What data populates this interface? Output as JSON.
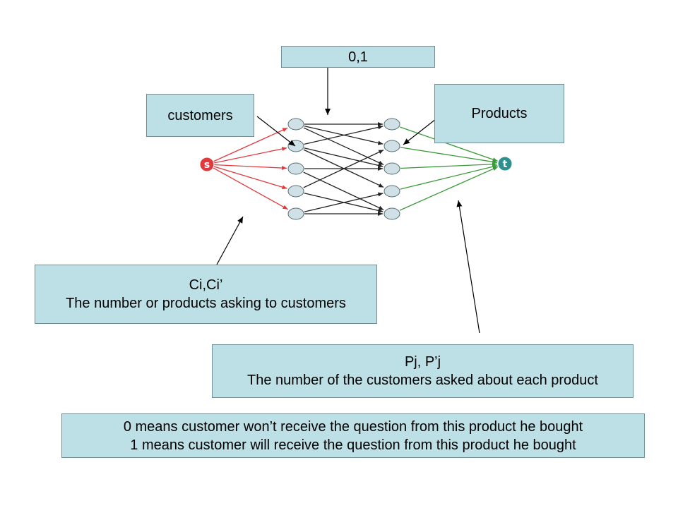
{
  "labels": {
    "flow": "0,1",
    "customers": "customers",
    "products": "Products",
    "ci_title": "Ci,Ci’",
    "ci_desc": "The number or products asking to customers",
    "pj_title": "Pj, P’j",
    "pj_desc": "The number of the customers asked about each product",
    "meaning_0": "0 means customer won’t receive the question from this product he bought",
    "meaning_1": "1 means customer will receive the question from this product he bought"
  },
  "network": {
    "source_label": "s",
    "sink_label": "t",
    "customer_count": 5,
    "product_count": 5,
    "colors": {
      "source_edges": "#e0393e",
      "middle_edges": "#222222",
      "sink_edges": "#3a9a3a",
      "node_fill": "#cfe0e6",
      "source_fill": "#e0393e",
      "sink_fill": "#2e8f8f"
    }
  }
}
